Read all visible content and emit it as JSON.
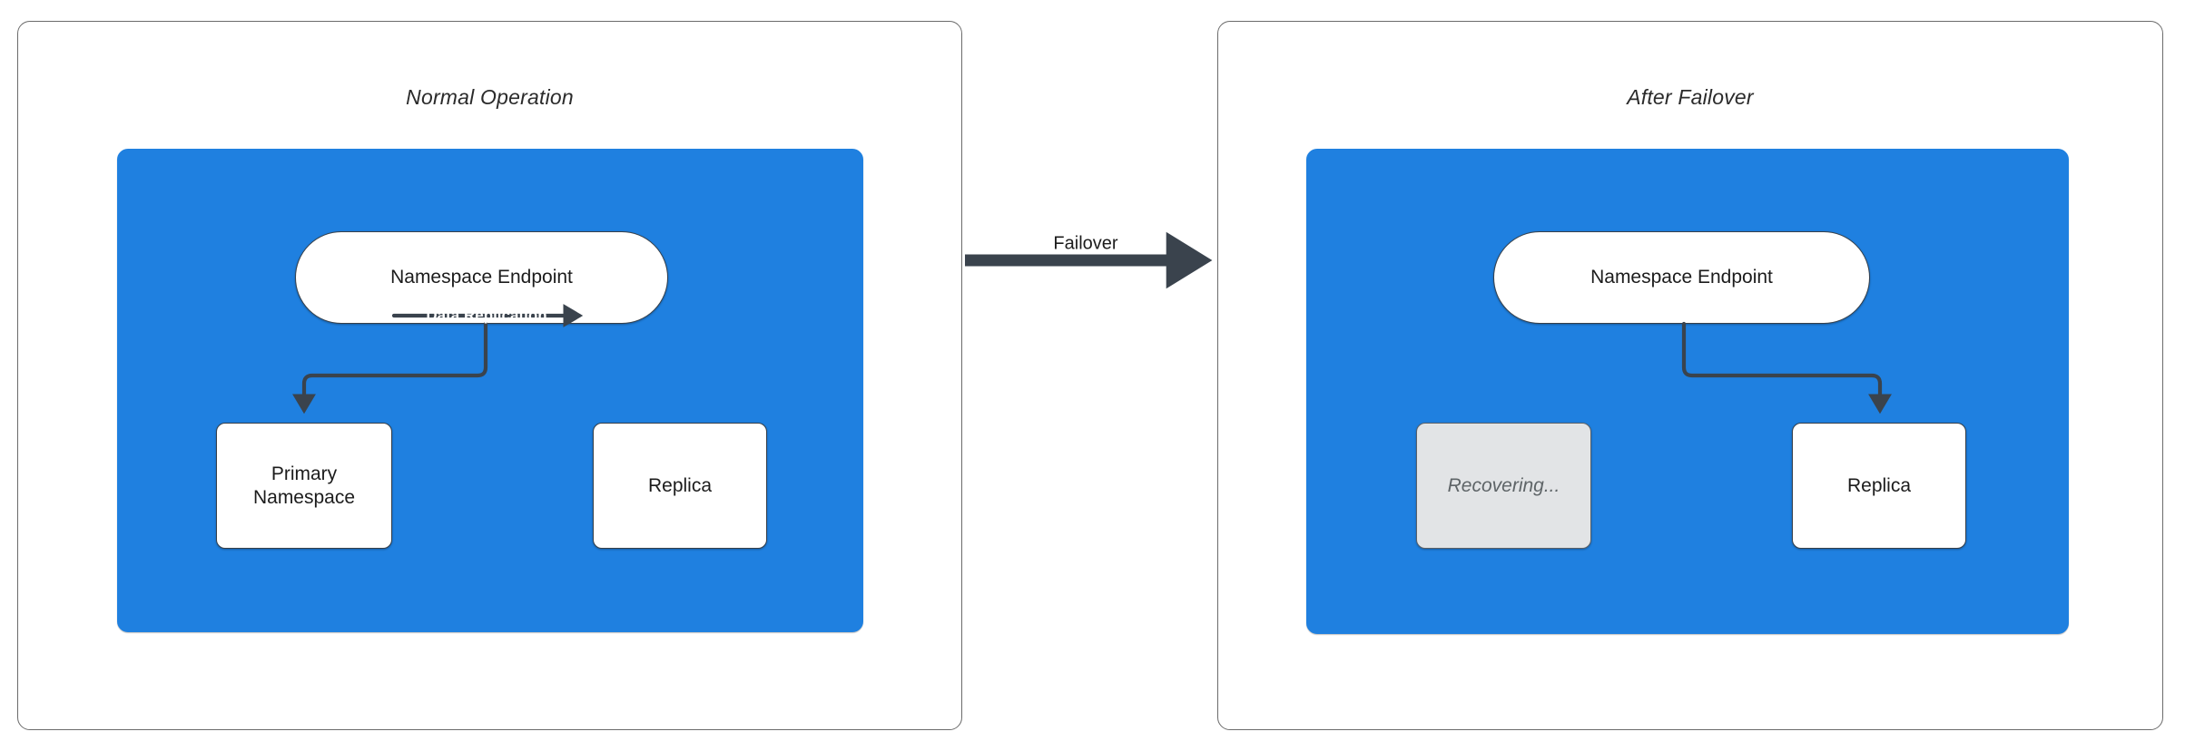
{
  "diagram": {
    "title_left": "Normal Operation",
    "title_right": "After Failover",
    "colors": {
      "cluster_blue": "#1f80e0",
      "edge_dark": "#3a434d",
      "dim_gray": "#e2e4e6",
      "panel_border": "#6b6b6b",
      "node_border": "#37404a"
    }
  },
  "panels": [
    {
      "id": "normal-operation",
      "title": "Normal Operation",
      "cluster": {
        "nodes": [
          {
            "id": "endpoint-left",
            "label": "Namespace Endpoint",
            "shape": "stadium",
            "state": "active"
          },
          {
            "id": "primary-left",
            "label": "Primary\nNamespace",
            "line1": "Primary",
            "line2": "Namespace",
            "shape": "rect",
            "state": "active"
          },
          {
            "id": "replica-left",
            "label": "Replica",
            "shape": "rect",
            "state": "active"
          }
        ],
        "edges": [
          {
            "from": "endpoint-left",
            "to": "primary-left",
            "label": "",
            "style": "elbow-arrow"
          },
          {
            "from": "primary-left",
            "to": "replica-left",
            "label": "Data Replication",
            "style": "straight-arrow"
          }
        ]
      }
    },
    {
      "id": "after-failover",
      "title": "After Failover",
      "cluster": {
        "nodes": [
          {
            "id": "endpoint-right",
            "label": "Namespace Endpoint",
            "shape": "stadium",
            "state": "active"
          },
          {
            "id": "recovering-right",
            "label": "Recovering...",
            "shape": "rect",
            "state": "dimmed"
          },
          {
            "id": "replica-right",
            "label": "Replica",
            "shape": "rect",
            "state": "active"
          }
        ],
        "edges": [
          {
            "from": "endpoint-right",
            "to": "replica-right",
            "label": "",
            "style": "elbow-arrow"
          }
        ]
      }
    }
  ],
  "transition": {
    "label": "Failover",
    "from_panel": "normal-operation",
    "to_panel": "after-failover"
  }
}
